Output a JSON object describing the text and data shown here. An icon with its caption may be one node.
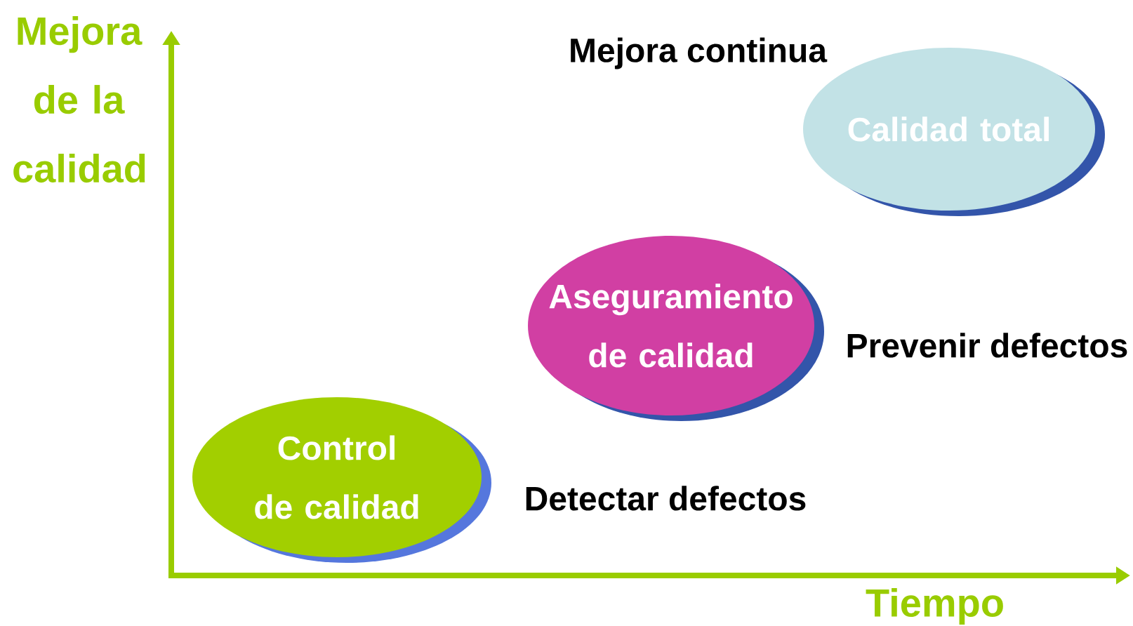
{
  "diagram": {
    "nodes": [
      {
        "text": [
          "Control de calidad"
        ],
        "beside": [
          "Detectar defectos"
        ]
      },
      {
        "text": [
          "Aseguramiento de calidad"
        ],
        "beside": [
          "Prevenir defectos"
        ]
      },
      {
        "text": [
          "Calidad total"
        ],
        "beside": [
          "Mejora continua"
        ]
      }
    ],
    "labels": [
      "Mejora de la calidad",
      "Tiempo"
    ]
  }
}
